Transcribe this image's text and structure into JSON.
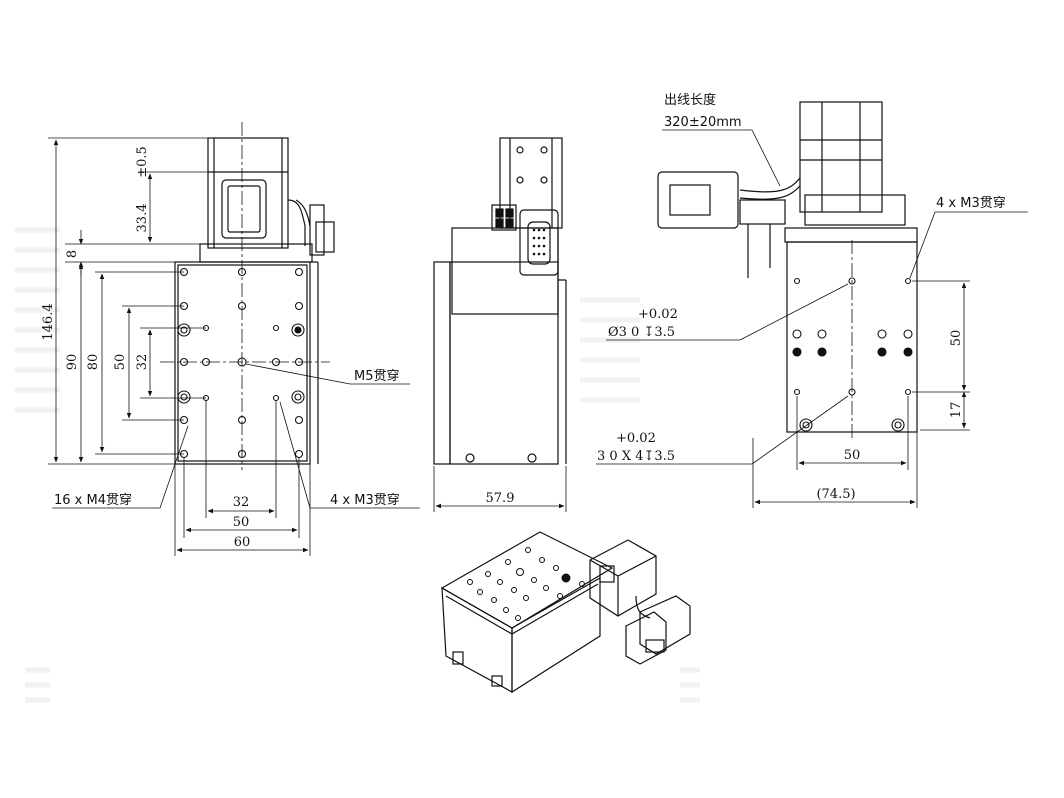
{
  "front_view": {
    "dims": {
      "h_total": "146.4",
      "h_90": "90",
      "h_80": "80",
      "h_50": "50",
      "h_32": "32",
      "h_8": "8",
      "h_motor": "33.4",
      "h_tol": "±0.5",
      "w_32": "32",
      "w_50": "50",
      "w_60": "60"
    },
    "callouts": {
      "m5": "M5贯穿",
      "m4": "16 x M4贯穿",
      "m3": "4 x M3贯穿"
    }
  },
  "side_view": {
    "dims": {
      "w_57_9": "57.9"
    }
  },
  "right_view": {
    "cable_label": "出线长度",
    "cable_length": "320±20mm",
    "m3_callout": "4 x M3贯穿",
    "pin_tol_1": "+0.02",
    "pin_spec_1": "Ø3  0  ↧3.5",
    "pin_tol_2": "+0.02",
    "pin_spec_2": "3  0   X 4↧3.5",
    "dims": {
      "v_50": "50",
      "v_17": "17",
      "w_50": "50",
      "w_74_5": "(74.5)"
    }
  }
}
